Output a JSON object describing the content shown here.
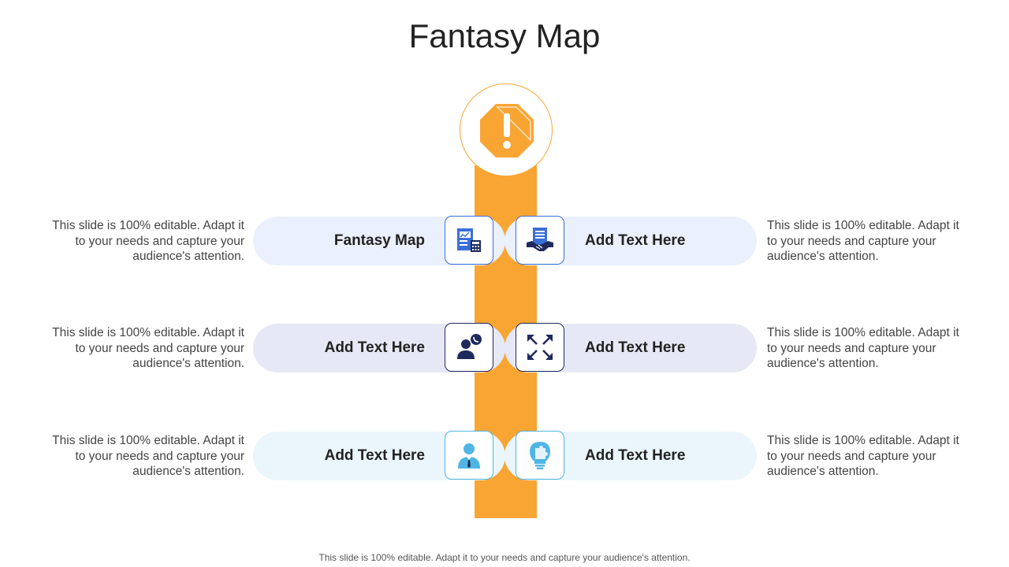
{
  "title": "Fantasy Map",
  "center_icon": "warning-octagon-icon",
  "rows": [
    {
      "left": {
        "label": "Fantasy Map",
        "icon": "report-calculator-icon",
        "desc": "This slide is 100% editable. Adapt it to your needs and capture your audience's attention."
      },
      "right": {
        "label": "Add Text Here",
        "icon": "handshake-document-icon",
        "desc": "This slide is 100% editable. Adapt it to your needs and capture your audience's attention."
      },
      "color": "#EAF0FC"
    },
    {
      "left": {
        "label": "Add Text Here",
        "icon": "person-phone-icon",
        "desc": "This slide is 100% editable. Adapt it to your needs and capture your audience's attention."
      },
      "right": {
        "label": "Add Text Here",
        "icon": "expand-arrows-icon",
        "desc": "This slide is 100% editable. Adapt it to your needs and capture your audience's attention."
      },
      "color": "#E6E8F5"
    },
    {
      "left": {
        "label": "Add Text Here",
        "icon": "businessman-icon",
        "desc": "This slide is 100% editable. Adapt it to your needs and capture your audience's attention."
      },
      "right": {
        "label": "Add Text Here",
        "icon": "lightbulb-puzzle-icon",
        "desc": "This slide is 100% editable. Adapt it to your needs and capture your audience's attention."
      },
      "color": "#EAF6FC"
    }
  ],
  "footer": "This slide is 100% editable. Adapt it to your needs and capture your audience's attention.",
  "colors": {
    "accent": "#F9A534",
    "icon_blue": "#3A6FD8",
    "icon_navy": "#1F2A5C",
    "icon_cyan": "#4FB6E3"
  }
}
